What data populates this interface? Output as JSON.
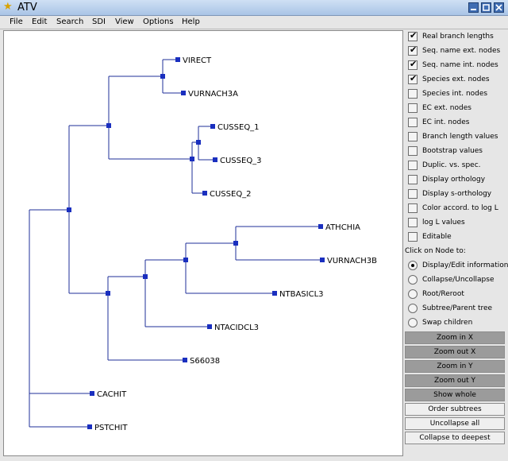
{
  "window": {
    "title": "ATV"
  },
  "menu": [
    "File",
    "Edit",
    "Search",
    "SDI",
    "View",
    "Options",
    "Help"
  ],
  "tree": {
    "leaves": [
      "VIRECT",
      "VURNACH3A",
      "CUSSEQ_1",
      "CUSSEQ_3",
      "CUSSEQ_2",
      "ATHCHIA",
      "VURNACH3B",
      "NTBASICL3",
      "NTACIDCL3",
      "S66038",
      "CACHIT",
      "PSTCHIT"
    ]
  },
  "options": [
    {
      "label": "Real branch lengths",
      "checked": true
    },
    {
      "label": "Seq. name ext. nodes",
      "checked": true
    },
    {
      "label": "Seq. name int. nodes",
      "checked": true
    },
    {
      "label": "Species ext. nodes",
      "checked": true
    },
    {
      "label": "Species int. nodes",
      "checked": false
    },
    {
      "label": "EC ext. nodes",
      "checked": false
    },
    {
      "label": "EC int. nodes",
      "checked": false
    },
    {
      "label": "Branch length values",
      "checked": false
    },
    {
      "label": "Bootstrap values",
      "checked": false
    },
    {
      "label": "Duplic. vs. spec.",
      "checked": false
    },
    {
      "label": "Display orthology",
      "checked": false
    },
    {
      "label": "Display s-orthology",
      "checked": false
    },
    {
      "label": "Color accord. to log L",
      "checked": false
    },
    {
      "label": "log L values",
      "checked": false
    },
    {
      "label": "Editable",
      "checked": false
    }
  ],
  "click_label": "Click on Node to:",
  "click_actions": [
    {
      "label": "Display/Edit information",
      "selected": true
    },
    {
      "label": "Collapse/Uncollapse",
      "selected": false
    },
    {
      "label": "Root/Reroot",
      "selected": false
    },
    {
      "label": "Subtree/Parent tree",
      "selected": false
    },
    {
      "label": "Swap children",
      "selected": false
    }
  ],
  "buttons_dark": [
    "Zoom in X",
    "Zoom out X",
    "Zoom in Y",
    "Zoom out Y",
    "Show whole"
  ],
  "buttons_light": [
    "Order subtrees",
    "Uncollapse all",
    "Collapse to deepest"
  ],
  "colors": {
    "branch": "#1f2f9a",
    "node": "#1a2fbf"
  }
}
